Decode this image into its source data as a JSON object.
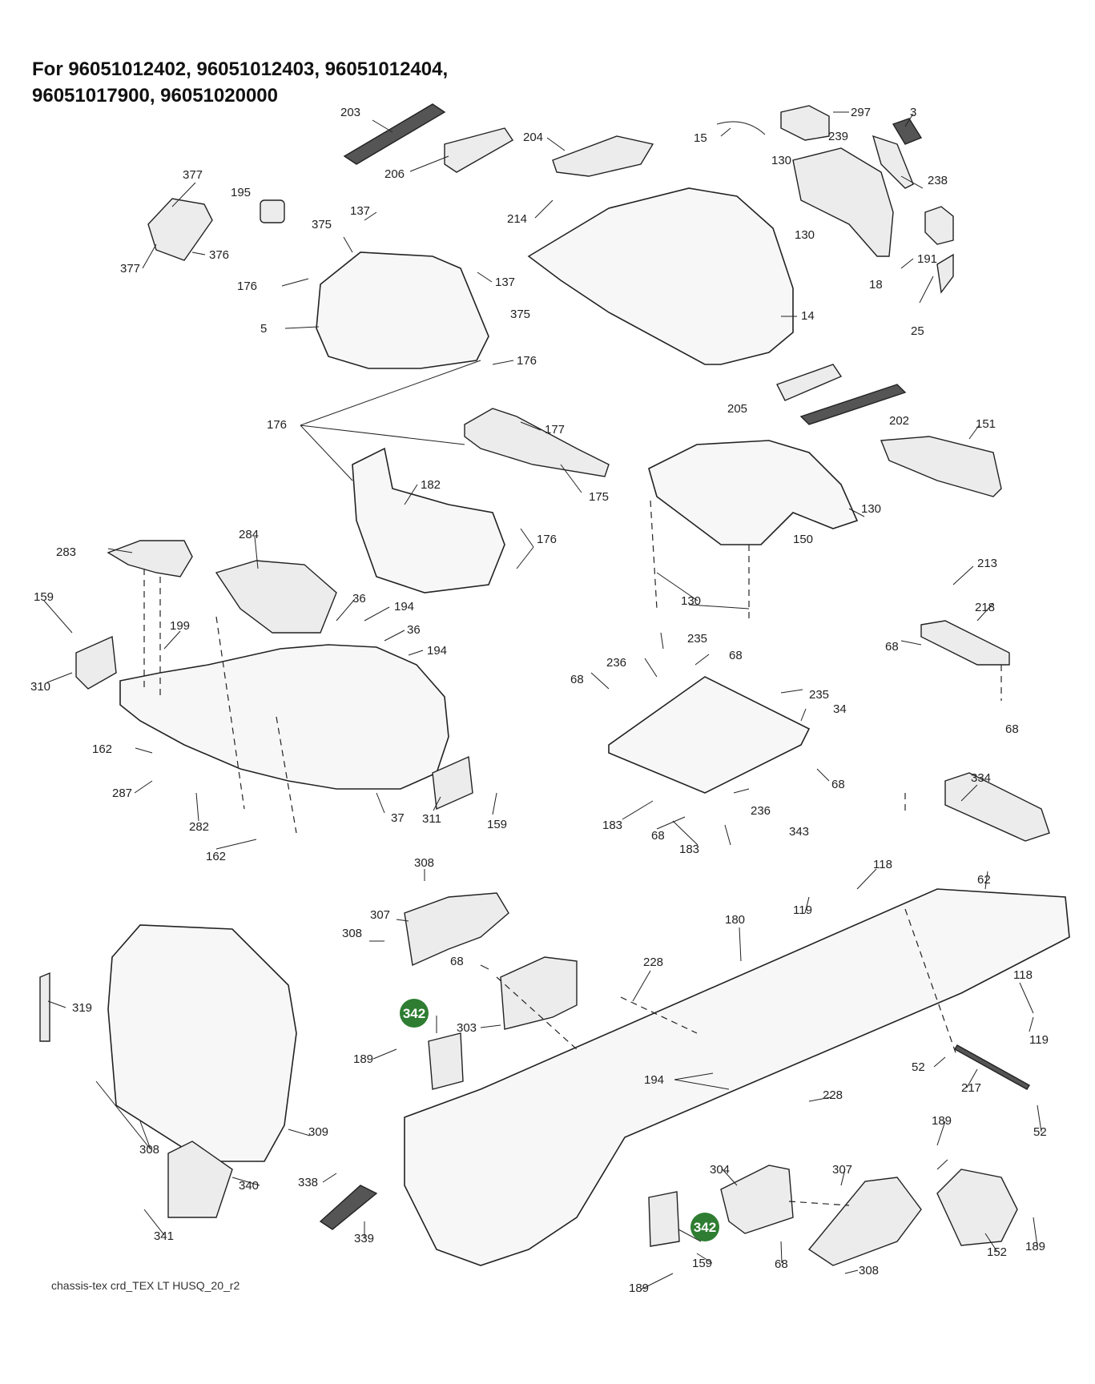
{
  "header": {
    "line1": "For 96051012402, 96051012403, 96051012404,",
    "line2": "96051017900, 96051020000"
  },
  "caption": "chassis-tex crd_TEX LT HUSQ_20_r2",
  "highlight_color": "#2e7d32",
  "callouts": [
    {
      "id": "c-203",
      "label": "203"
    },
    {
      "id": "c-204",
      "label": "204"
    },
    {
      "id": "c-206",
      "label": "206"
    },
    {
      "id": "c-214",
      "label": "214"
    },
    {
      "id": "c-15",
      "label": "15"
    },
    {
      "id": "c-297",
      "label": "297"
    },
    {
      "id": "c-3",
      "label": "3"
    },
    {
      "id": "c-239",
      "label": "239"
    },
    {
      "id": "c-238",
      "label": "238"
    },
    {
      "id": "c-130a",
      "label": "130"
    },
    {
      "id": "c-130b",
      "label": "130"
    },
    {
      "id": "c-191",
      "label": "191"
    },
    {
      "id": "c-18",
      "label": "18"
    },
    {
      "id": "c-25",
      "label": "25"
    },
    {
      "id": "c-14",
      "label": "14"
    },
    {
      "id": "c-377a",
      "label": "377"
    },
    {
      "id": "c-377b",
      "label": "377"
    },
    {
      "id": "c-376",
      "label": "376"
    },
    {
      "id": "c-195",
      "label": "195"
    },
    {
      "id": "c-375a",
      "label": "375"
    },
    {
      "id": "c-137a",
      "label": "137"
    },
    {
      "id": "c-137b",
      "label": "137"
    },
    {
      "id": "c-375b",
      "label": "375"
    },
    {
      "id": "c-176a",
      "label": "176"
    },
    {
      "id": "c-5",
      "label": "5"
    },
    {
      "id": "c-176b",
      "label": "176"
    },
    {
      "id": "c-205",
      "label": "205"
    },
    {
      "id": "c-202",
      "label": "202"
    },
    {
      "id": "c-176c",
      "label": "176"
    },
    {
      "id": "c-177",
      "label": "177"
    },
    {
      "id": "c-151",
      "label": "151"
    },
    {
      "id": "c-182",
      "label": "182"
    },
    {
      "id": "c-175",
      "label": "175"
    },
    {
      "id": "c-130c",
      "label": "130"
    },
    {
      "id": "c-150",
      "label": "150"
    },
    {
      "id": "c-176d",
      "label": "176"
    },
    {
      "id": "c-283",
      "label": "283"
    },
    {
      "id": "c-284",
      "label": "284"
    },
    {
      "id": "c-159a",
      "label": "159"
    },
    {
      "id": "c-36a",
      "label": "36"
    },
    {
      "id": "c-194a",
      "label": "194"
    },
    {
      "id": "c-199",
      "label": "199"
    },
    {
      "id": "c-36b",
      "label": "36"
    },
    {
      "id": "c-194b",
      "label": "194"
    },
    {
      "id": "c-310",
      "label": "310"
    },
    {
      "id": "c-130d",
      "label": "130"
    },
    {
      "id": "c-213",
      "label": "213"
    },
    {
      "id": "c-218",
      "label": "218"
    },
    {
      "id": "c-68a",
      "label": "68"
    },
    {
      "id": "c-235a",
      "label": "235"
    },
    {
      "id": "c-236a",
      "label": "236"
    },
    {
      "id": "c-68b",
      "label": "68"
    },
    {
      "id": "c-68c",
      "label": "68"
    },
    {
      "id": "c-235b",
      "label": "235"
    },
    {
      "id": "c-34",
      "label": "34"
    },
    {
      "id": "c-68d",
      "label": "68"
    },
    {
      "id": "c-162a",
      "label": "162"
    },
    {
      "id": "c-287",
      "label": "287"
    },
    {
      "id": "c-282",
      "label": "282"
    },
    {
      "id": "c-37",
      "label": "37"
    },
    {
      "id": "c-311",
      "label": "311"
    },
    {
      "id": "c-159b",
      "label": "159"
    },
    {
      "id": "c-162b",
      "label": "162"
    },
    {
      "id": "c-68e",
      "label": "68"
    },
    {
      "id": "c-183a",
      "label": "183"
    },
    {
      "id": "c-68f",
      "label": "68"
    },
    {
      "id": "c-236b",
      "label": "236"
    },
    {
      "id": "c-343",
      "label": "343"
    },
    {
      "id": "c-183b",
      "label": "183"
    },
    {
      "id": "c-334",
      "label": "334"
    },
    {
      "id": "c-308a",
      "label": "308"
    },
    {
      "id": "c-118a",
      "label": "118"
    },
    {
      "id": "c-62",
      "label": "62"
    },
    {
      "id": "c-307a",
      "label": "307"
    },
    {
      "id": "c-119a",
      "label": "119"
    },
    {
      "id": "c-308b",
      "label": "308"
    },
    {
      "id": "c-180",
      "label": "180"
    },
    {
      "id": "c-68g",
      "label": "68"
    },
    {
      "id": "c-228a",
      "label": "228"
    },
    {
      "id": "c-118b",
      "label": "118"
    },
    {
      "id": "c-319",
      "label": "319"
    },
    {
      "id": "c-303",
      "label": "303"
    },
    {
      "id": "c-119b",
      "label": "119"
    },
    {
      "id": "c-189a",
      "label": "189"
    },
    {
      "id": "c-52a",
      "label": "52"
    },
    {
      "id": "c-194c",
      "label": "194"
    },
    {
      "id": "c-217",
      "label": "217"
    },
    {
      "id": "c-228b",
      "label": "228"
    },
    {
      "id": "c-52b",
      "label": "52"
    },
    {
      "id": "c-308c",
      "label": "308"
    },
    {
      "id": "c-309",
      "label": "309"
    },
    {
      "id": "c-189b",
      "label": "189"
    },
    {
      "id": "c-304",
      "label": "304"
    },
    {
      "id": "c-307b",
      "label": "307"
    },
    {
      "id": "c-340",
      "label": "340"
    },
    {
      "id": "c-338",
      "label": "338"
    },
    {
      "id": "c-341",
      "label": "341"
    },
    {
      "id": "c-339",
      "label": "339"
    },
    {
      "id": "c-159c",
      "label": "159"
    },
    {
      "id": "c-68h",
      "label": "68"
    },
    {
      "id": "c-308d",
      "label": "308"
    },
    {
      "id": "c-152",
      "label": "152"
    },
    {
      "id": "c-189c",
      "label": "189"
    },
    {
      "id": "c-189d",
      "label": "189"
    }
  ],
  "highlights": [
    {
      "id": "h1",
      "label": "342"
    },
    {
      "id": "h2",
      "label": "342"
    }
  ]
}
